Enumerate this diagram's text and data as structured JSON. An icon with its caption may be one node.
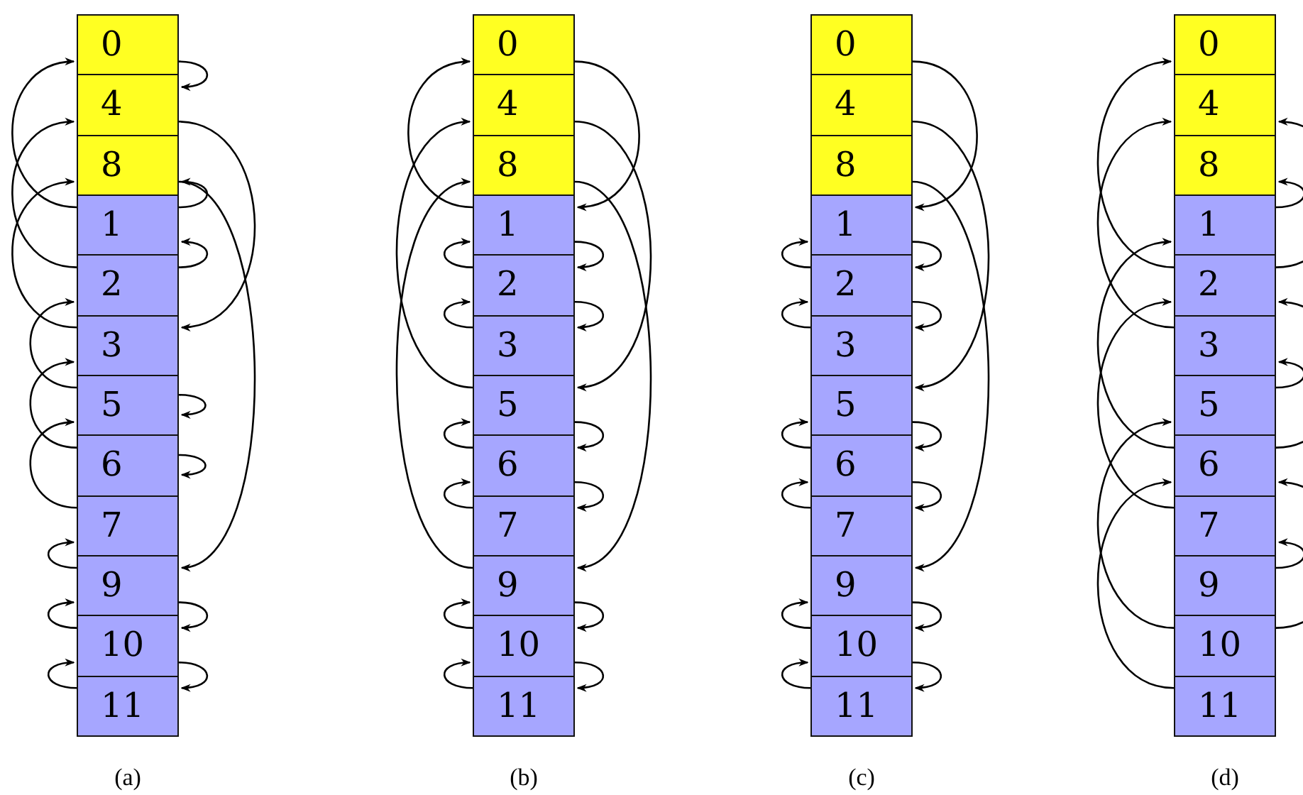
{
  "diagram": {
    "nodes": [
      {
        "text": [
          "0"
        ]
      },
      {
        "text": [
          "4"
        ]
      },
      {
        "text": [
          "8"
        ]
      },
      {
        "text": [
          "1"
        ]
      },
      {
        "text": [
          "2"
        ]
      },
      {
        "text": [
          "3"
        ]
      },
      {
        "text": [
          "5"
        ]
      },
      {
        "text": [
          "6"
        ]
      },
      {
        "text": [
          "7"
        ]
      },
      {
        "text": [
          "9"
        ]
      },
      {
        "text": [
          "10"
        ]
      },
      {
        "text": [
          "11"
        ]
      },
      {
        "text": [
          "0"
        ]
      },
      {
        "text": [
          "4"
        ]
      },
      {
        "text": [
          "8"
        ]
      },
      {
        "text": [
          "1"
        ]
      },
      {
        "text": [
          "2"
        ]
      },
      {
        "text": [
          "3"
        ]
      },
      {
        "text": [
          "5"
        ]
      },
      {
        "text": [
          "6"
        ]
      },
      {
        "text": [
          "7"
        ]
      },
      {
        "text": [
          "9"
        ]
      },
      {
        "text": [
          "10"
        ]
      },
      {
        "text": [
          "11"
        ]
      },
      {
        "text": [
          "0"
        ]
      },
      {
        "text": [
          "4"
        ]
      },
      {
        "text": [
          "8"
        ]
      },
      {
        "text": [
          "1"
        ]
      },
      {
        "text": [
          "2"
        ]
      },
      {
        "text": [
          "3"
        ]
      },
      {
        "text": [
          "5"
        ]
      },
      {
        "text": [
          "6"
        ]
      },
      {
        "text": [
          "7"
        ]
      },
      {
        "text": [
          "9"
        ]
      },
      {
        "text": [
          "10"
        ]
      },
      {
        "text": [
          "11"
        ]
      },
      {
        "text": [
          "0"
        ]
      },
      {
        "text": [
          "4"
        ]
      },
      {
        "text": [
          "8"
        ]
      },
      {
        "text": [
          "1"
        ]
      },
      {
        "text": [
          "2"
        ]
      },
      {
        "text": [
          "3"
        ]
      },
      {
        "text": [
          "5"
        ]
      },
      {
        "text": [
          "6"
        ]
      },
      {
        "text": [
          "7"
        ]
      },
      {
        "text": [
          "9"
        ]
      },
      {
        "text": [
          "10"
        ]
      },
      {
        "text": [
          "11"
        ]
      }
    ],
    "edges": [
      {
        "from": 3,
        "to": 0,
        "arrow": "to"
      },
      {
        "from": 4,
        "to": 1,
        "arrow": "to"
      },
      {
        "from": 5,
        "to": 2,
        "arrow": "to"
      },
      {
        "from": 6,
        "to": 4,
        "arrow": "to"
      },
      {
        "from": 7,
        "to": 5,
        "arrow": "to"
      },
      {
        "from": 8,
        "to": 6,
        "arrow": "to"
      },
      {
        "from": 9,
        "to": 8,
        "arrow": "to"
      },
      {
        "from": 10,
        "to": 9,
        "arrow": "to"
      },
      {
        "from": 11,
        "to": 10,
        "arrow": "to"
      },
      {
        "from": 0,
        "to": 1,
        "arrow": "to"
      },
      {
        "from": 1,
        "to": 5,
        "arrow": "to"
      },
      {
        "from": 3,
        "to": 2,
        "arrow": "to"
      },
      {
        "from": 4,
        "to": 3,
        "arrow": "to"
      },
      {
        "from": 2,
        "to": 9,
        "arrow": "to"
      },
      {
        "from": 6,
        "to": 6,
        "arrow": "to"
      },
      {
        "from": 7,
        "to": 7,
        "arrow": "to"
      },
      {
        "from": 9,
        "to": 10,
        "arrow": "to"
      },
      {
        "from": 10,
        "to": 11,
        "arrow": "to"
      },
      {
        "from": 15,
        "to": 12,
        "arrow": "to"
      },
      {
        "from": 18,
        "to": 13,
        "arrow": "to"
      },
      {
        "from": 21,
        "to": 14,
        "arrow": "to"
      },
      {
        "from": 16,
        "to": 15,
        "arrow": "to"
      },
      {
        "from": 17,
        "to": 16,
        "arrow": "to"
      },
      {
        "from": 19,
        "to": 18,
        "arrow": "to"
      },
      {
        "from": 20,
        "to": 19,
        "arrow": "to"
      },
      {
        "from": 22,
        "to": 21,
        "arrow": "to"
      },
      {
        "from": 23,
        "to": 22,
        "arrow": "to"
      },
      {
        "from": 12,
        "to": 15,
        "arrow": "to"
      },
      {
        "from": 13,
        "to": 18,
        "arrow": "to"
      },
      {
        "from": 14,
        "to": 21,
        "arrow": "to"
      },
      {
        "from": 15,
        "to": 16,
        "arrow": "to"
      },
      {
        "from": 16,
        "to": 17,
        "arrow": "to"
      },
      {
        "from": 18,
        "to": 19,
        "arrow": "to"
      },
      {
        "from": 19,
        "to": 20,
        "arrow": "to"
      },
      {
        "from": 21,
        "to": 22,
        "arrow": "to"
      },
      {
        "from": 22,
        "to": 23,
        "arrow": "to"
      },
      {
        "from": 28,
        "to": 27,
        "arrow": "to"
      },
      {
        "from": 29,
        "to": 28,
        "arrow": "to"
      },
      {
        "from": 31,
        "to": 30,
        "arrow": "to"
      },
      {
        "from": 32,
        "to": 31,
        "arrow": "to"
      },
      {
        "from": 34,
        "to": 33,
        "arrow": "to"
      },
      {
        "from": 35,
        "to": 34,
        "arrow": "to"
      },
      {
        "from": 24,
        "to": 27,
        "arrow": "to"
      },
      {
        "from": 25,
        "to": 30,
        "arrow": "to"
      },
      {
        "from": 26,
        "to": 33,
        "arrow": "to"
      },
      {
        "from": 27,
        "to": 28,
        "arrow": "to"
      },
      {
        "from": 28,
        "to": 29,
        "arrow": "to"
      },
      {
        "from": 30,
        "to": 31,
        "arrow": "to"
      },
      {
        "from": 31,
        "to": 32,
        "arrow": "to"
      },
      {
        "from": 33,
        "to": 34,
        "arrow": "to"
      },
      {
        "from": 34,
        "to": 35,
        "arrow": "to"
      },
      {
        "from": 40,
        "to": 36,
        "arrow": "to"
      },
      {
        "from": 41,
        "to": 37,
        "arrow": "to"
      },
      {
        "from": 43,
        "to": 39,
        "arrow": "to"
      },
      {
        "from": 44,
        "to": 40,
        "arrow": "to"
      },
      {
        "from": 46,
        "to": 42,
        "arrow": "to"
      },
      {
        "from": 47,
        "to": 43,
        "arrow": "to"
      },
      {
        "from": 39,
        "to": 38,
        "arrow": "to"
      },
      {
        "from": 40,
        "to": 37,
        "arrow": "to"
      },
      {
        "from": 42,
        "to": 41,
        "arrow": "to"
      },
      {
        "from": 43,
        "to": 40,
        "arrow": "to"
      },
      {
        "from": 45,
        "to": 44,
        "arrow": "to"
      },
      {
        "from": 46,
        "to": 43,
        "arrow": "to"
      }
    ],
    "labels": [
      "(a)",
      "(b)",
      "(c)",
      "(d)"
    ]
  }
}
